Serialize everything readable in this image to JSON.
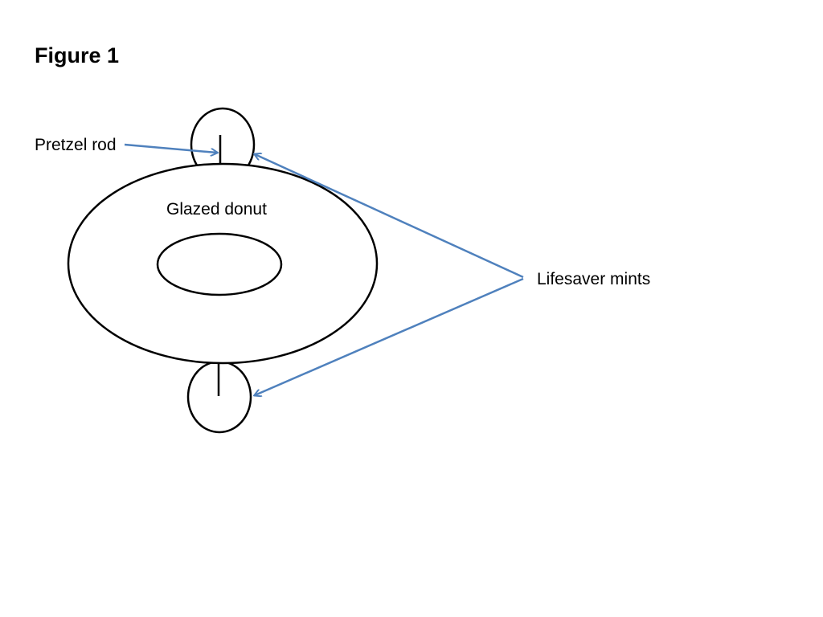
{
  "title": "Figure 1",
  "labels": {
    "pretzel_rod": "Pretzel rod",
    "glazed_donut": "Glazed donut",
    "lifesaver_mints": "Lifesaver mints"
  },
  "colors": {
    "outline": "#000000",
    "arrow": "#4f81bd",
    "background": "#ffffff"
  }
}
